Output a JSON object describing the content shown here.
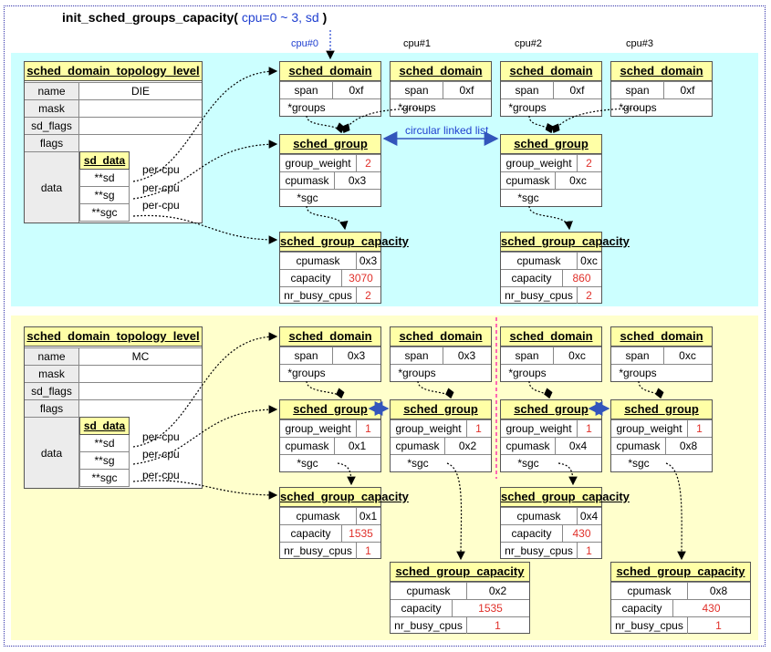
{
  "title": {
    "func": "init_sched_groups_capacity(",
    "args": " cpu=0 ~ 3, sd ",
    "close": ")"
  },
  "cpus": [
    "cpu#0",
    "cpu#1",
    "cpu#2",
    "cpu#3"
  ],
  "labels": {
    "per_cpu": "per-cpu",
    "circular": "circular linked list"
  },
  "top": {
    "sdtl": {
      "title": "sched_domain_topology_level",
      "name_label": "name",
      "name": "DIE",
      "mask": "mask",
      "sd_flags": "sd_flags",
      "flags": "flags",
      "data": "data",
      "sd_data": {
        "title": "sd_data",
        "sd": "**sd",
        "sg": "**sg",
        "sgc": "**sgc"
      }
    },
    "domains": [
      {
        "title": "sched_domain",
        "span_label": "span",
        "span": "0xf",
        "groups": "*groups"
      },
      {
        "title": "sched_domain",
        "span_label": "span",
        "span": "0xf",
        "groups": "*groups"
      },
      {
        "title": "sched_domain",
        "span_label": "span",
        "span": "0xf",
        "groups": "*groups"
      },
      {
        "title": "sched_domain",
        "span_label": "span",
        "span": "0xf",
        "groups": "*groups"
      }
    ],
    "groups": [
      {
        "title": "sched_group",
        "gw_label": "group_weight",
        "gw": "2",
        "mask_label": "cpumask",
        "mask": "0x3",
        "sgc": "*sgc"
      },
      {
        "title": "sched_group",
        "gw_label": "group_weight",
        "gw": "2",
        "mask_label": "cpumask",
        "mask": "0xc",
        "sgc": "*sgc"
      }
    ],
    "caps": [
      {
        "title": "sched_group_capacity",
        "mask_label": "cpumask",
        "mask": "0x3",
        "cap_label": "capacity",
        "cap": "3070",
        "busy_label": "nr_busy_cpus",
        "busy": "2"
      },
      {
        "title": "sched_group_capacity",
        "mask_label": "cpumask",
        "mask": "0xc",
        "cap_label": "capacity",
        "cap": "860",
        "busy_label": "nr_busy_cpus",
        "busy": "2"
      }
    ]
  },
  "bottom": {
    "sdtl": {
      "title": "sched_domain_topology_level",
      "name_label": "name",
      "name": "MC",
      "mask": "mask",
      "sd_flags": "sd_flags",
      "flags": "flags",
      "data": "data",
      "sd_data": {
        "title": "sd_data",
        "sd": "**sd",
        "sg": "**sg",
        "sgc": "**sgc"
      }
    },
    "domains": [
      {
        "title": "sched_domain",
        "span_label": "span",
        "span": "0x3",
        "groups": "*groups"
      },
      {
        "title": "sched_domain",
        "span_label": "span",
        "span": "0x3",
        "groups": "*groups"
      },
      {
        "title": "sched_domain",
        "span_label": "span",
        "span": "0xc",
        "groups": "*groups"
      },
      {
        "title": "sched_domain",
        "span_label": "span",
        "span": "0xc",
        "groups": "*groups"
      }
    ],
    "groups": [
      {
        "title": "sched_group",
        "gw_label": "group_weight",
        "gw": "1",
        "mask_label": "cpumask",
        "mask": "0x1",
        "sgc": "*sgc"
      },
      {
        "title": "sched_group",
        "gw_label": "group_weight",
        "gw": "1",
        "mask_label": "cpumask",
        "mask": "0x2",
        "sgc": "*sgc"
      },
      {
        "title": "sched_group",
        "gw_label": "group_weight",
        "gw": "1",
        "mask_label": "cpumask",
        "mask": "0x4",
        "sgc": "*sgc"
      },
      {
        "title": "sched_group",
        "gw_label": "group_weight",
        "gw": "1",
        "mask_label": "cpumask",
        "mask": "0x8",
        "sgc": "*sgc"
      }
    ],
    "caps": [
      {
        "title": "sched_group_capacity",
        "mask_label": "cpumask",
        "mask": "0x1",
        "cap_label": "capacity",
        "cap": "1535",
        "busy_label": "nr_busy_cpus",
        "busy": "1"
      },
      {
        "title": "sched_group_capacity",
        "mask_label": "cpumask",
        "mask": "0x2",
        "cap_label": "capacity",
        "cap": "1535",
        "busy_label": "nr_busy_cpus",
        "busy": "1"
      },
      {
        "title": "sched_group_capacity",
        "mask_label": "cpumask",
        "mask": "0x4",
        "cap_label": "capacity",
        "cap": "430",
        "busy_label": "nr_busy_cpus",
        "busy": "1"
      },
      {
        "title": "sched_group_capacity",
        "mask_label": "cpumask",
        "mask": "0x8",
        "cap_label": "capacity",
        "cap": "430",
        "busy_label": "nr_busy_cpus",
        "busy": "1"
      }
    ]
  },
  "colors": {
    "top_panel": "#ccffff",
    "bottom_panel": "#ffffcc",
    "header": "#ffffa6",
    "value_red": "#e0302a",
    "arrow_blue": "#3355bb",
    "divider": "#ff33aa"
  }
}
